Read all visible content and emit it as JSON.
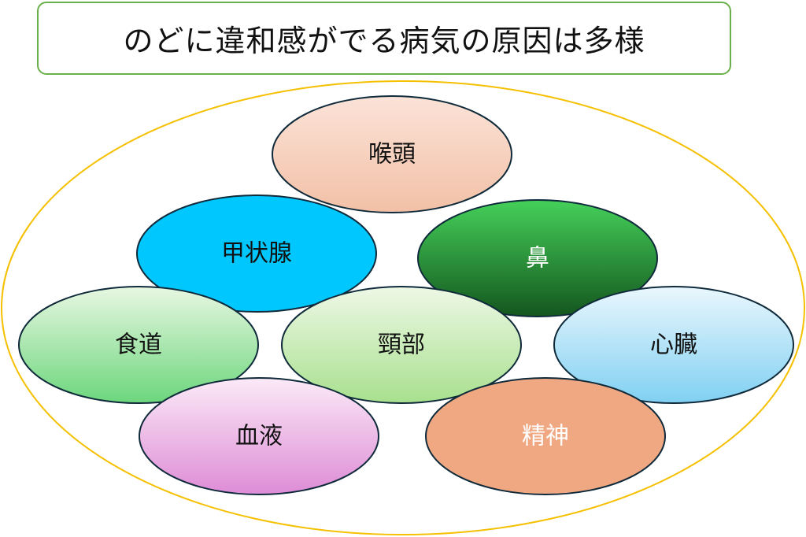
{
  "title": "のどに違和感がでる病気の原因は多様",
  "causes": [
    {
      "label": "喉頭",
      "color_top": "#fbe3d8",
      "color_bottom": "#f2c0a6",
      "text_color": "#111111"
    },
    {
      "label": "甲状腺",
      "color_top": "#00c8ff",
      "color_bottom": "#00c8ff",
      "text_color": "#111111"
    },
    {
      "label": "鼻",
      "color_top": "#45d05a",
      "color_bottom": "#14561e",
      "text_color": "#ffffff"
    },
    {
      "label": "食道",
      "color_top": "#e8f7e2",
      "color_bottom": "#6cd67c",
      "text_color": "#111111"
    },
    {
      "label": "頸部",
      "color_top": "#eef8e6",
      "color_bottom": "#a8e08e",
      "text_color": "#111111"
    },
    {
      "label": "心臓",
      "color_top": "#eaf7fd",
      "color_bottom": "#80d0f2",
      "text_color": "#111111"
    },
    {
      "label": "血液",
      "color_top": "#fbeaf7",
      "color_bottom": "#de8cd6",
      "text_color": "#111111"
    },
    {
      "label": "精神",
      "color_top": "#f0a882",
      "color_bottom": "#f0a882",
      "text_color": "#ffffff"
    }
  ],
  "colors": {
    "outer_ring": "#f5c000",
    "title_border": "#6ab04c",
    "ellipse_stroke": "#0f2a3a"
  }
}
